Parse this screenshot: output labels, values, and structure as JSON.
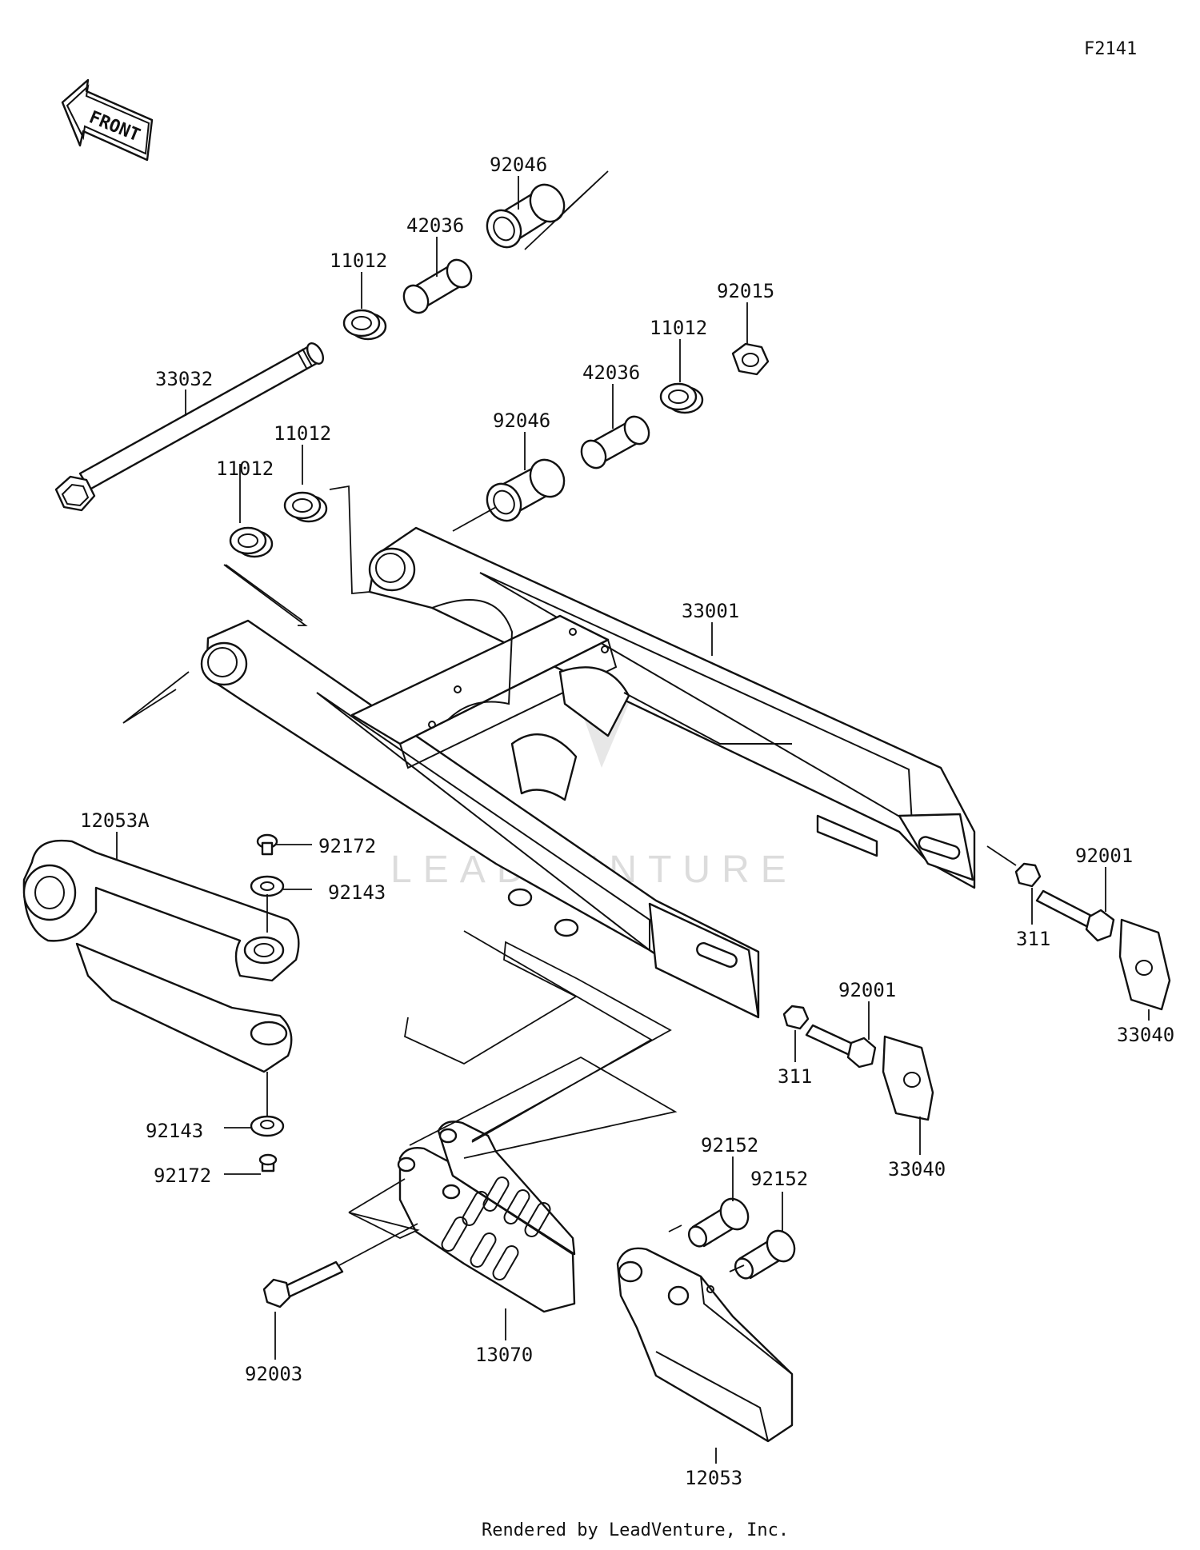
{
  "figure_code": "F2141",
  "front_label": "FRONT",
  "watermark": "LEADVENTURE",
  "footer": "Rendered by LeadVenture, Inc.",
  "callouts": {
    "p33032": "33032",
    "p11012_a": "11012",
    "p42036_a": "42036",
    "p92046_a": "92046",
    "p92015": "92015",
    "p11012_b": "11012",
    "p42036_b": "42036",
    "p92046_b": "92046",
    "p11012_c": "11012",
    "p11012_d": "11012",
    "p33001": "33001",
    "p12053A": "12053A",
    "p92172_a": "92172",
    "p92143_a": "92143",
    "p92143_b": "92143",
    "p92172_b": "92172",
    "p92001_a": "92001",
    "p311_a": "311",
    "p33040_a": "33040",
    "p92001_b": "92001",
    "p311_b": "311",
    "p33040_b": "33040",
    "p92152_a": "92152",
    "p92152_b": "92152",
    "p13070": "13070",
    "p92003": "92003",
    "p12053": "12053"
  }
}
